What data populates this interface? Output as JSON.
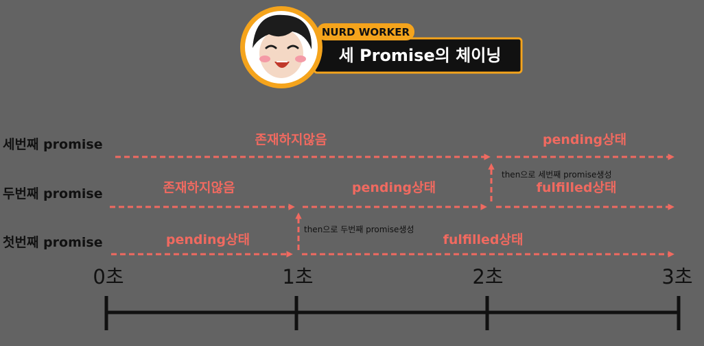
{
  "header": {
    "badge": "NURD WORKER",
    "title": "세 Promise의 체이닝"
  },
  "rows": [
    {
      "label": "세번째 promise"
    },
    {
      "label": "두번째 promise"
    },
    {
      "label": "첫번째 promise"
    }
  ],
  "segments": {
    "third_none": "존재하지않음",
    "third_pending": "pending상태",
    "second_none": "존재하지않음",
    "second_pending": "pending상태",
    "second_fulfilled": "fulfilled상태",
    "first_pending": "pending상태",
    "first_fulfilled": "fulfilled상태"
  },
  "annotations": {
    "then_third": "then으로 세번째 promise생성",
    "then_second": "then으로 두번째 promise생성"
  },
  "timeline": {
    "ticks": [
      "0초",
      "1초",
      "2초",
      "3초"
    ]
  },
  "colors": {
    "background": "#636363",
    "accent": "#f06a60",
    "badge": "#f5a41c",
    "axis": "#111111"
  }
}
